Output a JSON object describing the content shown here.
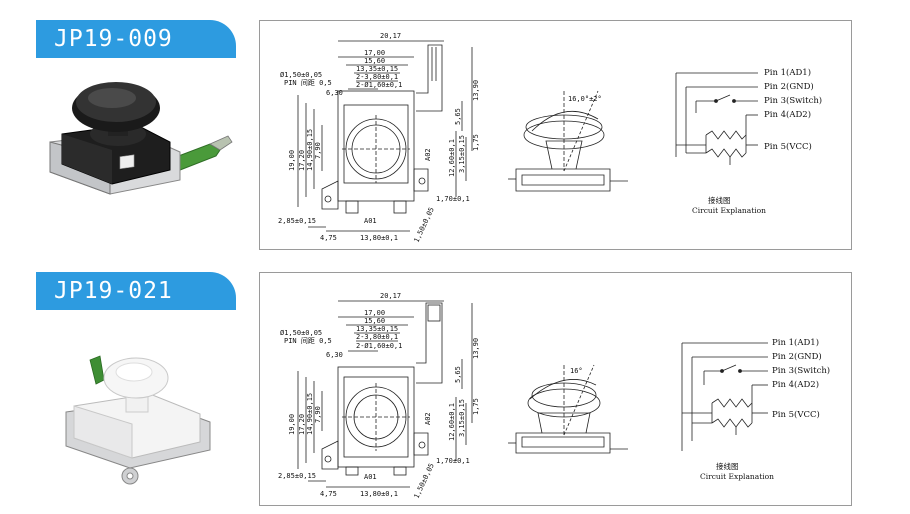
{
  "products": [
    {
      "model": "JP19-009",
      "color": "black",
      "dims": {
        "w_top": "20,17",
        "w1": "17,00",
        "w2": "15,60",
        "w3": "13,35±0,15",
        "w4": "2-3,80±0,1",
        "w5": "2-Ø1,60±0,1",
        "w6": "6,30",
        "hole": "Ø1,50±0,05",
        "hole_note": "PIN 间距 0,5",
        "h1": "19,00",
        "h2": "17,20",
        "h3": "14,90±0,15",
        "h4": "7,90",
        "r1": "5,65",
        "r2": "13,90",
        "r3": "12,60±0,1",
        "r4": "3,15±0,15",
        "r5": "1,75",
        "b1": "2,85±0,15",
        "b2": "4,75",
        "b3": "13,80±0,1",
        "b4": "1,50±0,05",
        "b5": "1,70±0,1",
        "box_a": "A01",
        "box_b": "A02",
        "angle": "16,0°±2°"
      },
      "pins": [
        "Pin 1(AD1)",
        "Pin 2(GND)",
        "Pin 3(Switch)",
        "Pin 4(AD2)",
        "Pin 5(VCC)"
      ],
      "caption_cn": "接线图",
      "caption_en": "Circuit Explanation"
    },
    {
      "model": "JP19-021",
      "color": "white",
      "dims": {
        "w_top": "20,17",
        "w1": "17,00",
        "w2": "15,60",
        "w3": "13,35±0,15",
        "w4": "2-3,80±0,1",
        "w5": "2-Ø1,60±0,1",
        "w6": "6,30",
        "hole": "Ø1,50±0,05",
        "hole_note": "PIN 间距 0,5",
        "h1": "19,00",
        "h2": "17,20",
        "h3": "14,90±0,15",
        "h4": "7,90",
        "r1": "5,65",
        "r2": "13,90",
        "r3": "12,60±0,1",
        "r4": "3,15±0,15",
        "r5": "1,75",
        "b1": "2,85±0,15",
        "b2": "4,75",
        "b3": "13,80±0,1",
        "b4": "1,50±0,05",
        "b5": "1,70±0,1",
        "box_a": "A01",
        "box_b": "A02",
        "angle": "16°"
      },
      "pins": [
        "Pin 1(AD1)",
        "Pin 2(GND)",
        "Pin 3(Switch)",
        "Pin 4(AD2)",
        "Pin 5(VCC)"
      ],
      "caption_cn": "接线图",
      "caption_en": "Circuit Explanation"
    }
  ],
  "colors": {
    "tag": "#2d9be0",
    "frame": "#9a9a9a",
    "line": "#222222"
  },
  "icons": [
    "joystick-black-photo",
    "joystick-white-photo"
  ]
}
